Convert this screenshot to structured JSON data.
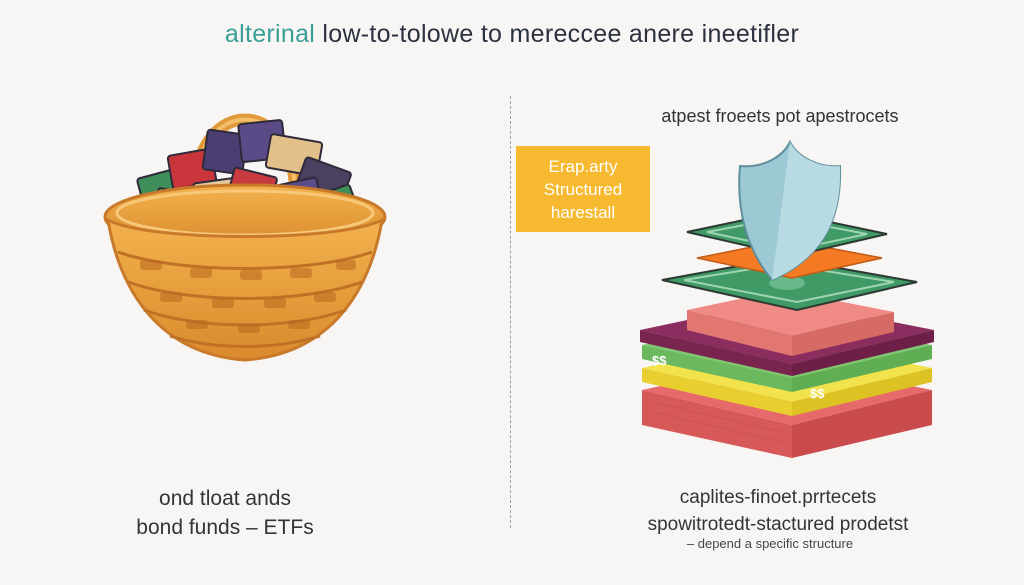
{
  "header": {
    "title_accent": "alterinal",
    "title_rest": "low-to-tolowe to mereccee anere ineetifler"
  },
  "left_panel": {
    "caption_line1": "ond tloat ands",
    "caption_line2": "bond funds  –  ETFs",
    "icon": "money-basket-icon"
  },
  "right_panel": {
    "heading": "atpest froeets pot apestrocets",
    "label_line1": "Erap.arty",
    "label_line2": "Structured",
    "label_line3": "harestall",
    "caption_line1": "caplites-finoet.prrtecets",
    "caption_line2": "spowitrotedt-stactured prodetst",
    "note": "– depend a specific structure",
    "icon": "shield-stack-icon",
    "bill_mark_1": "$$",
    "bill_mark_2": "$$",
    "label_color": "#f6b92f"
  }
}
